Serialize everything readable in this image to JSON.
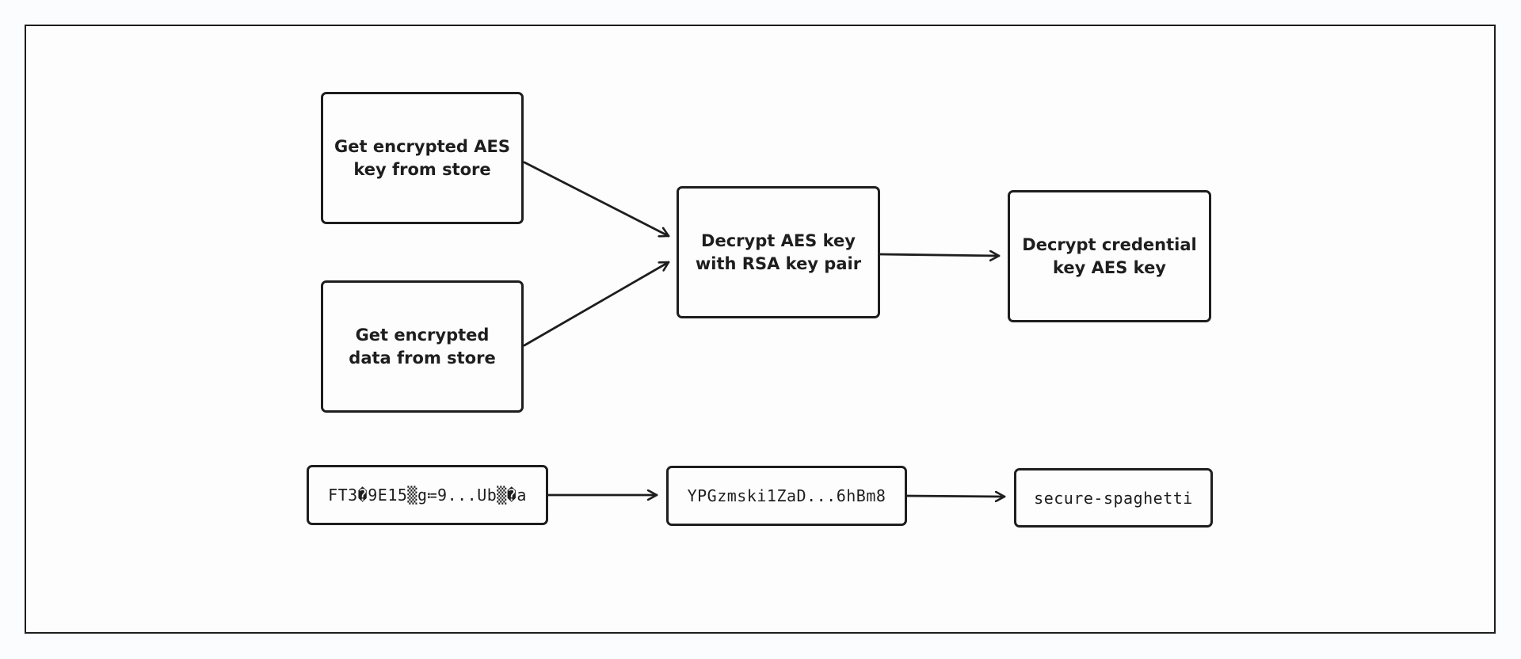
{
  "steps": {
    "get_aes_key": "Get encrypted AES key from store",
    "get_data": "Get encrypted data from store",
    "decrypt_aes_key": "Decrypt AES key with RSA key pair",
    "decrypt_credential": "Decrypt credential key AES key"
  },
  "values": {
    "encrypted_bytes": "FT3�9E15▒g≔9...Ub▒�a",
    "base64_value": "YPGzmski1ZaD...6hBm8",
    "plaintext": "secure-spaghetti"
  },
  "colors": {
    "stroke": "#1e1e1e",
    "background": "#fdfdfd"
  }
}
